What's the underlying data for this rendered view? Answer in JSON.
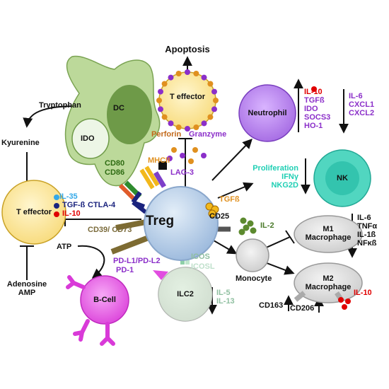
{
  "colors": {
    "treg": "#b7cde6",
    "dc": "#bcd99a",
    "t_effector": "#fde9a0",
    "neutrophil": "#b17ee6",
    "nk": "#51d6c0",
    "bcell": "#e85ae6",
    "ilc2": "#d6ecd4",
    "macrophage": "#d9d9d9",
    "red": "#e00000",
    "purple": "#8b2fc9",
    "teal": "#1fcfb4",
    "orange": "#e0901f",
    "navy": "#1a237e",
    "brown": "#7a6a3a",
    "green": "#5c8a2e",
    "olive": "#4a7a2a",
    "pink": "#e14de0",
    "sky": "#33a8e8"
  },
  "cells": {
    "treg": "Treg",
    "dc": "DC",
    "ido": "IDO",
    "t_effector_left": "T effector",
    "t_effector_top": "T effector",
    "neutrophil": "Neutrophil",
    "nk": "NK",
    "bcell": "B-Cell",
    "ilc2": "ILC2",
    "monocyte": "Monocyte",
    "m1": [
      "M1",
      "Macrophage"
    ],
    "m2": [
      "M2",
      "Macrophage"
    ]
  },
  "labels": {
    "apoptosis": "Apoptosis",
    "tryptophan": "Tryptophan",
    "kyurenine": "Kyurenine",
    "atp": "ATP",
    "adenosine": "Adenosine",
    "amp": "AMP",
    "perforin": "Perforin",
    "granzyme": "Granzyme",
    "cd80": "CD80",
    "cd86": "CD86",
    "mhcii": "MHCII",
    "lag3": "LAG-3",
    "ctla4": "CTLA-4",
    "tgfb_treg": "TGFß",
    "cd25": "CD25",
    "il2": "IL-2",
    "cd39": "CD39/ CD73",
    "pdl1": "PD-L1/PD-L2",
    "pd1": "PD-1",
    "icos": "ICOS",
    "icosl": "ICOSL",
    "il35": "IL-35",
    "tgfb_left": "TGF-ß",
    "il10_left": "IL-10",
    "cd163": "CD163",
    "cd206": "CD206",
    "il10_m2": "IL-10"
  },
  "lists": {
    "neutrophil_up": [
      "IL-10",
      "TGFß",
      "IDO",
      "SOCS3",
      "HO-1"
    ],
    "neutrophil_down": [
      "IL-6",
      "CXCL1",
      "CXCL2"
    ],
    "nk_down": [
      "Proliferation",
      "IFNγ",
      "NKG2D"
    ],
    "m1_down": [
      "IL-6",
      "TNFα",
      "IL-1ß",
      "NFκß"
    ],
    "ilc2_down": [
      "IL-5",
      "IL-13"
    ]
  }
}
